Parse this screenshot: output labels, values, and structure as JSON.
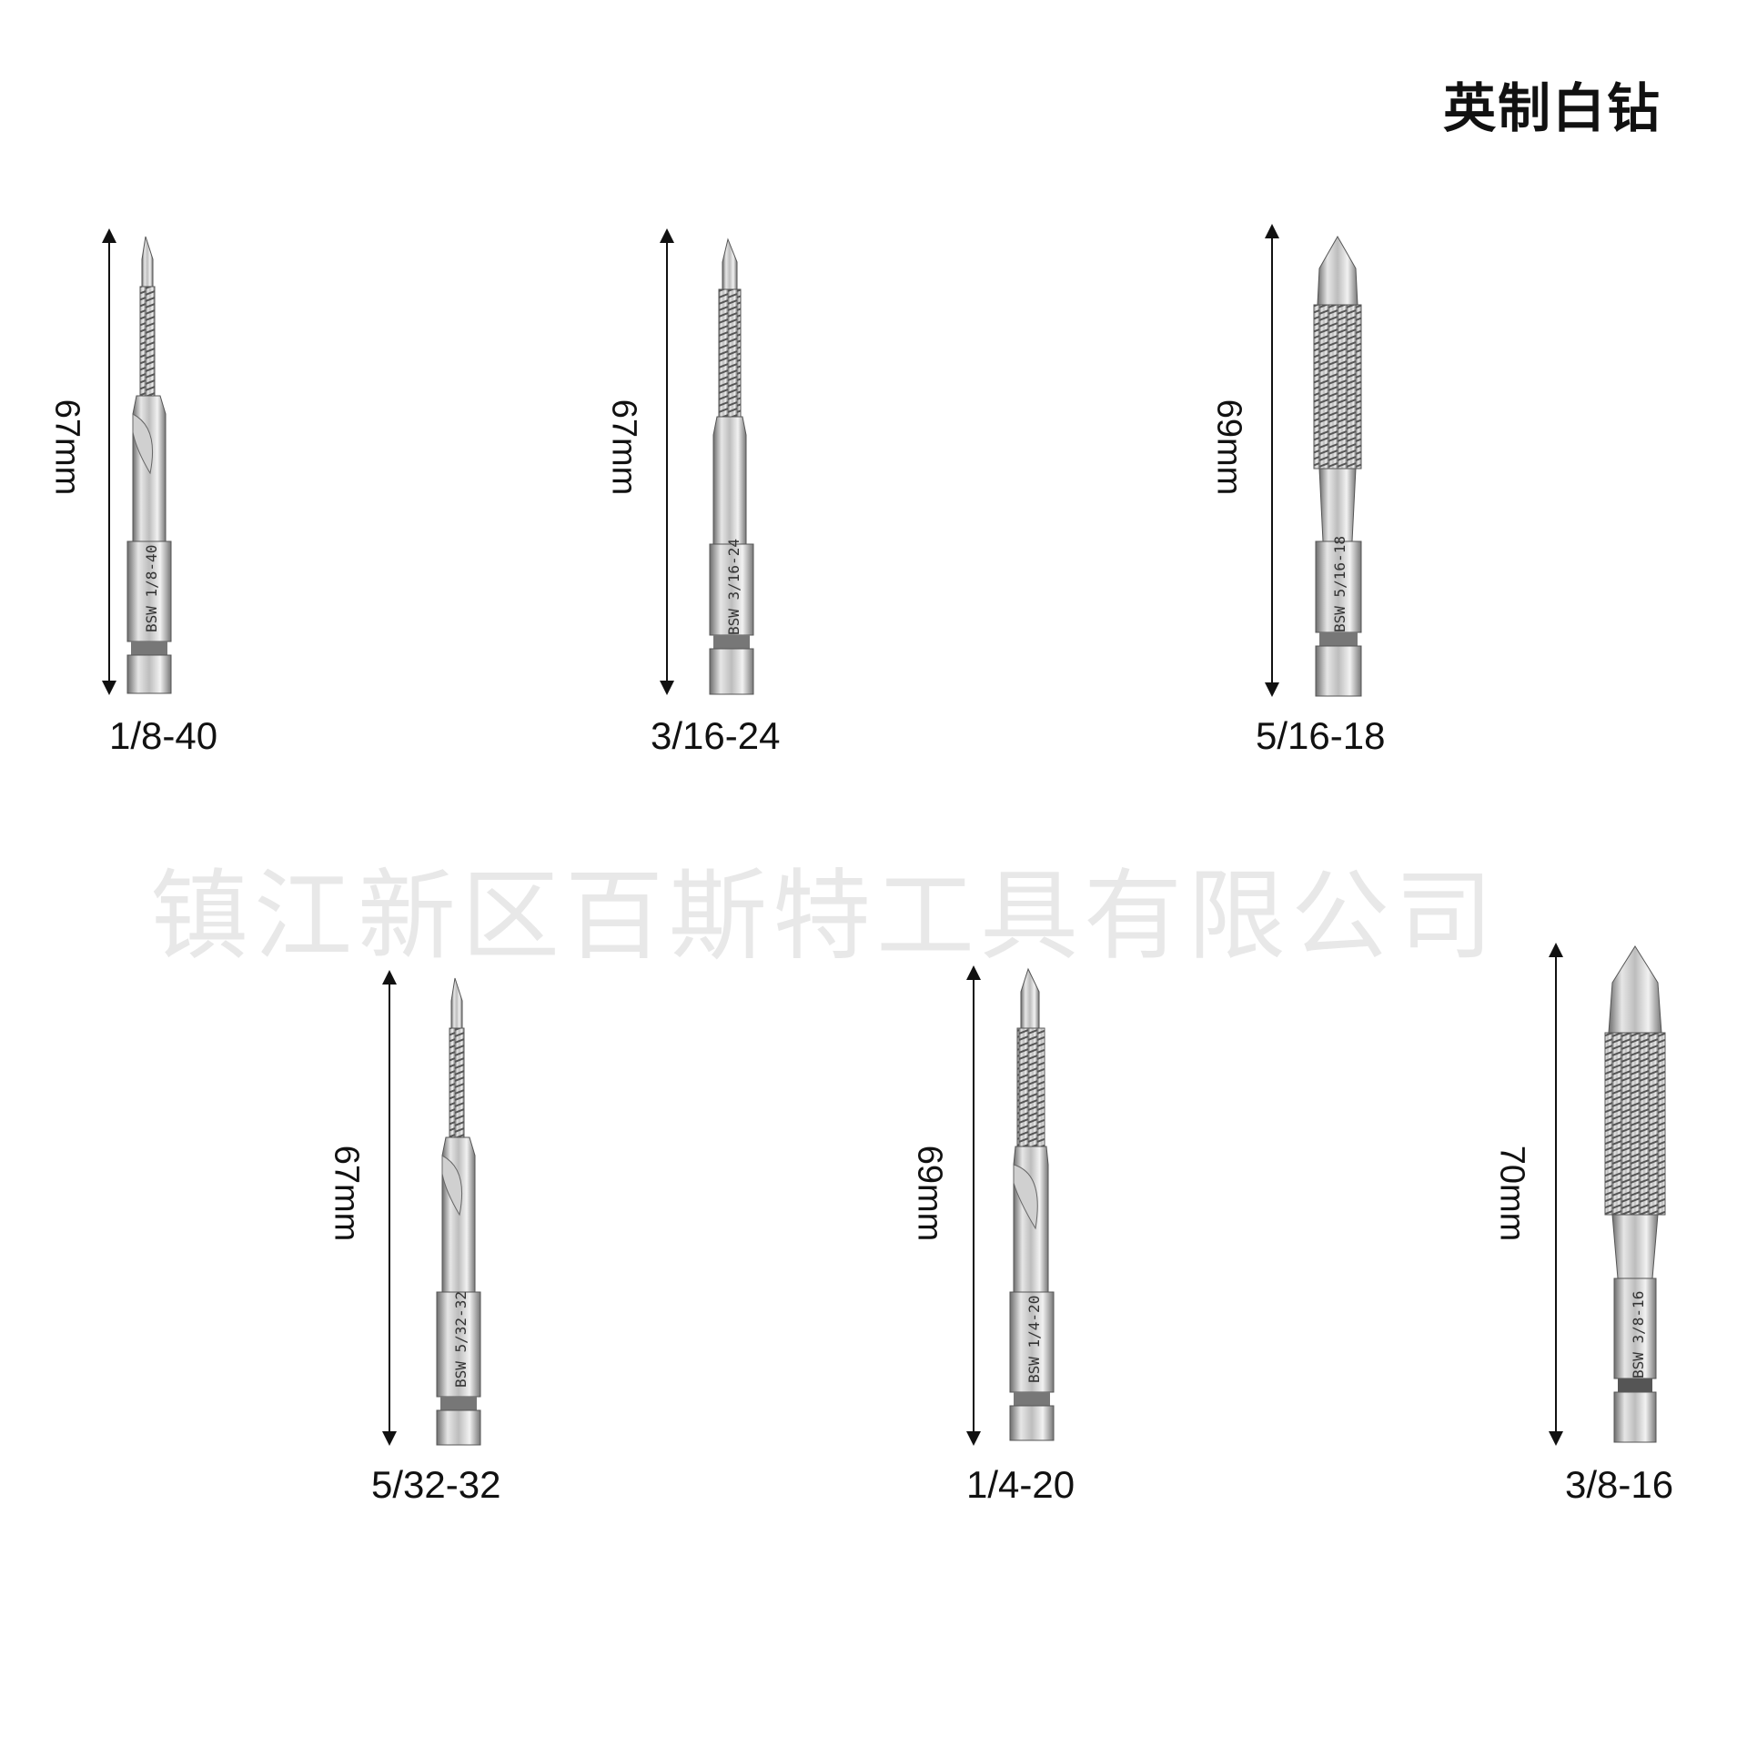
{
  "title": "英制白钻",
  "watermark": "镇江新区百斯特工具有限公司",
  "bits": [
    {
      "size": "1/8-40",
      "length": "67mm",
      "engraving": "BSW 1/8-40"
    },
    {
      "size": "3/16-24",
      "length": "67mm",
      "engraving": "BSW 3/16-24"
    },
    {
      "size": "5/16-18",
      "length": "69mm",
      "engraving": "BSW 5/16-18"
    },
    {
      "size": "5/32-32",
      "length": "67mm",
      "engraving": "BSW 5/32-32"
    },
    {
      "size": "1/4-20",
      "length": "69mm",
      "engraving": "BSW 1/4-20"
    },
    {
      "size": "3/8-16",
      "length": "70mm",
      "engraving": "BSW 3/8-16"
    }
  ],
  "colors": {
    "steel_light": "#e8e8e8",
    "steel_mid": "#a9a9a9",
    "steel_dark": "#555555",
    "text": "#111111"
  }
}
